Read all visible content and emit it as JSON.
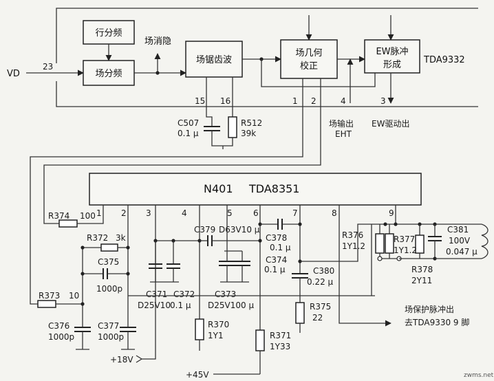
{
  "blocks": {
    "line_divider": "行分频",
    "field_divider": "场分频",
    "sawtooth": "场锯齿波",
    "geometry_line1": "场几何",
    "geometry_line2": "校正",
    "ew_line1": "EW脉冲",
    "ew_line2": "形成"
  },
  "chips": {
    "upper_ic": "TDA9332",
    "lower_ic_ref": "N401",
    "lower_ic_part": "TDA8351"
  },
  "signals": {
    "vd": "VD",
    "vd_pin": "23",
    "blanking": "场消隐",
    "field_out": "场输出",
    "eht": "EHT",
    "ew_out": "EW驱动出",
    "protect_line1": "场保护脉冲出",
    "protect_line2": "去TDA9330 9 脚",
    "plus18": "+18V",
    "plus45": "+45V"
  },
  "upper_pins": {
    "p15": "15",
    "p16": "16",
    "p1": "1",
    "p2": "2",
    "p4": "4",
    "p3": "3"
  },
  "lower_pins": {
    "p1": "1",
    "p2": "2",
    "p3": "3",
    "p4": "4",
    "p5": "5",
    "p6": "6",
    "p7": "7",
    "p8": "8",
    "p9": "9"
  },
  "components": {
    "c507_name": "C507",
    "c507_val": "0.1 μ",
    "r512_name": "R512",
    "r512_val": "39k",
    "r374_name": "R374",
    "r374_val": "100",
    "r372_name": "R372",
    "r372_val": "3k",
    "c375_name": "C375",
    "c375_val": "1000p",
    "r373_name": "R373",
    "r373_val": "10",
    "c376_name": "C376",
    "c376_val": "1000p",
    "c377_name": "C377",
    "c377_val": "1000p",
    "c371_name": "C371",
    "c371_val": "D25V10",
    "c372_name": "C372",
    "c372_val": "0.1 μ",
    "c379_name": "C379",
    "c379_val": "D63V10 μ",
    "c373_name": "C373",
    "c373_val": "D25V100 μ",
    "c378_name": "C378",
    "c378_val": "0.1 μ",
    "c374_name": "C374",
    "c374_val": "0.1 μ",
    "c380_name": "C380",
    "c380_val": "0.22 μ",
    "r375_name": "R375",
    "r375_val": "22",
    "r370_name": "R370",
    "r370_val": "1Y1",
    "r371_name": "R371",
    "r371_val": "1Y33",
    "r376_name": "R376",
    "r376_val": "1Y1.2",
    "r377_name": "R377",
    "r377_val": "1Y1.2",
    "r378_name": "R378",
    "r378_val": "2Y11",
    "c381_name": "C381",
    "c381_val1": "100V",
    "c381_val2": "0.047 μ"
  },
  "watermark": "zwms.net"
}
